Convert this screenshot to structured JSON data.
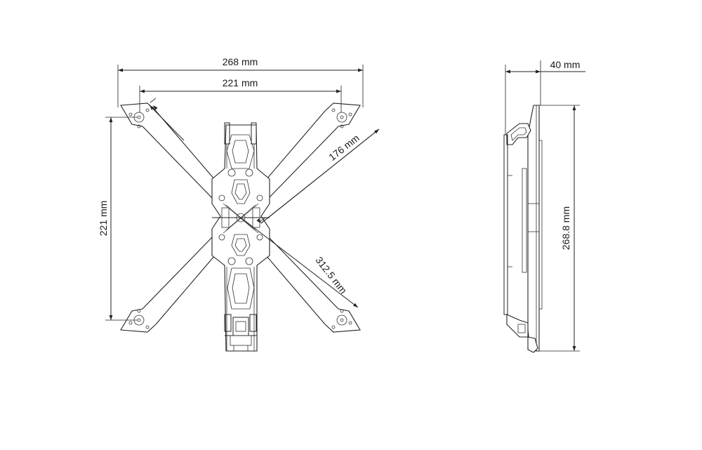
{
  "colors": {
    "line": "#222222",
    "background": "#ffffff"
  },
  "dimensions": {
    "top_width": "268  mm",
    "inner_width": "221  mm",
    "left_height": "221  mm",
    "arm_diagonal": "176  mm",
    "motor_diagonal": "312.5  mm",
    "side_thickness": "40  mm",
    "side_height": "268.8  mm"
  }
}
